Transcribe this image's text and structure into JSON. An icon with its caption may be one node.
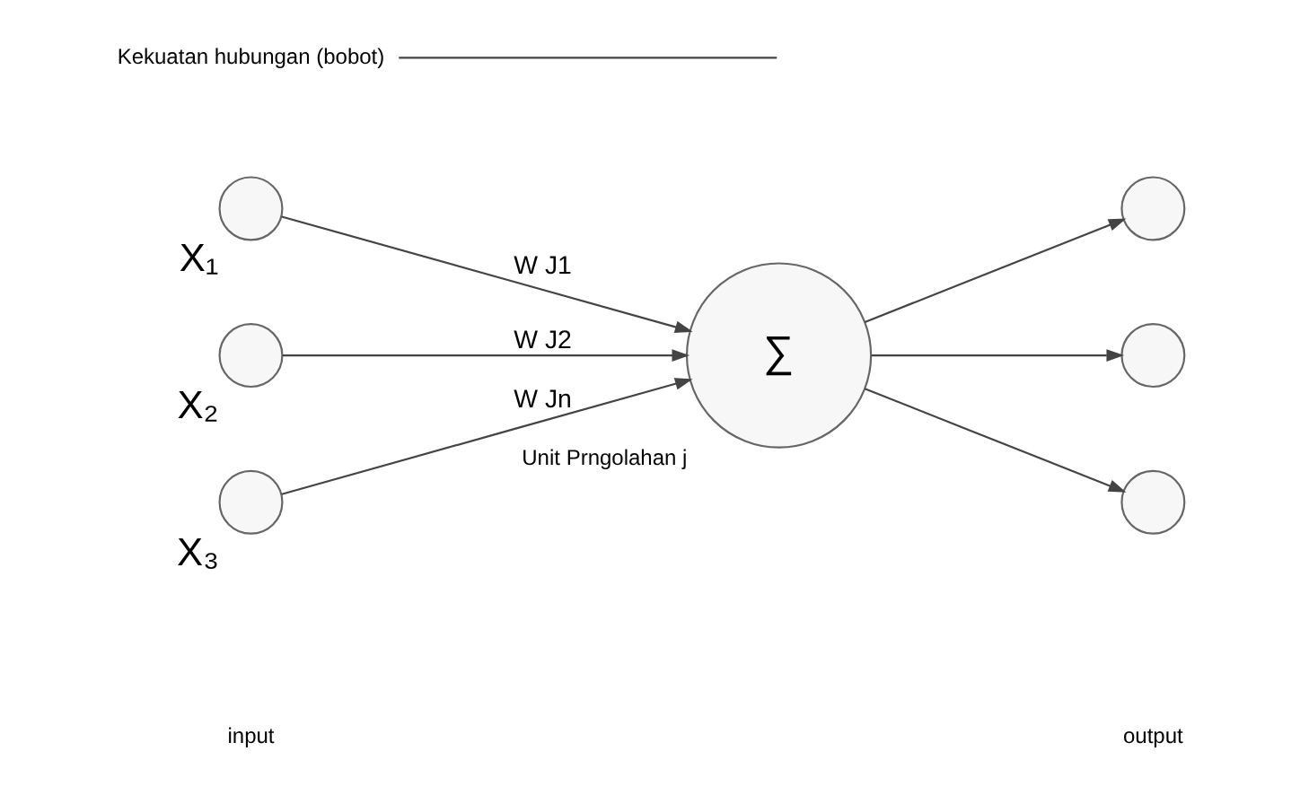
{
  "diagram": {
    "nodes": [
      {
        "text": [],
        "shape": "circle",
        "beside": [
          "X₁"
        ]
      },
      {
        "text": [],
        "shape": "circle",
        "beside": [
          "X₂"
        ]
      },
      {
        "text": [],
        "shape": "circle",
        "beside": [
          "X₃"
        ]
      },
      {
        "text": [
          "∑"
        ],
        "beside": [
          "Unit Prngolahan j"
        ]
      },
      {
        "text": [],
        "shape": "circle"
      },
      {
        "text": [],
        "shape": "circle"
      },
      {
        "text": [],
        "shape": "circle"
      },
      {
        "text": [
          "Kekuatan hubungan (bobot)"
        ]
      }
    ],
    "edges": [
      {
        "from": 0,
        "to": 3,
        "arrow": "to",
        "label": "W J1"
      },
      {
        "from": 1,
        "to": 3,
        "arrow": "to",
        "label": "W J2"
      },
      {
        "from": 2,
        "to": 3,
        "arrow": "to",
        "label": "W Jn"
      },
      {
        "from": 3,
        "to": 4,
        "arrow": "to"
      },
      {
        "from": 3,
        "to": 5,
        "arrow": "to"
      },
      {
        "from": 3,
        "to": 6,
        "arrow": "to"
      },
      {
        "from": 7,
        "to": null,
        "arrow": "none"
      }
    ],
    "labels": [
      "input",
      "output"
    ]
  }
}
